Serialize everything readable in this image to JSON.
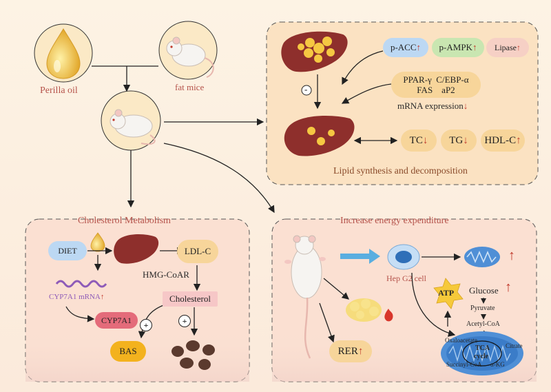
{
  "inputs": {
    "perilla_oil": "Perilla oil",
    "fat_mice": "fat mice"
  },
  "lipid_panel": {
    "title": "Lipid synthesis and decomposition",
    "p_acc": "p-ACC",
    "p_ampk": "p-AMPK",
    "lipase": "Lipase",
    "genes_line1": "PPAR-γ  C/EBP-α",
    "genes_line2": "FAS    aP2",
    "mrna_expression": "mRNA expression",
    "minus_sign": "-",
    "tc": "TC",
    "tg": "TG",
    "hdl_c": "HDL-C"
  },
  "cholesterol_panel": {
    "title": "Cholesterol Metabolism",
    "diet": "DIET",
    "ldl_c": "LDL-C",
    "hmg_coar": "HMG-CoAR",
    "cholesterol": "Cholesterol",
    "cyp7a1_mrna": "CYP7A1 mRNA",
    "cyp7a1": "CYP7A1",
    "bas": "BAS",
    "plus_sign": "+"
  },
  "energy_panel": {
    "title": "Increase energy expenditure",
    "hepg2": "Hep G2 cell",
    "atp": "ATP",
    "glucose": "Glucose",
    "pyruvate": "Pyruvate",
    "acetyl_coa": "Acetyl-CoA",
    "oxaloacetate": "Oxaloacetate",
    "citrate": "Citrate",
    "tca": "TCA",
    "cycle": "cycle",
    "succinyl_coa": "Succinyl-CoA",
    "akg": "α-KG",
    "rer": "RER"
  },
  "indicators": {
    "up": "↑",
    "down": "↓"
  },
  "colors": {
    "panel_fill": "#fbe4c6",
    "pill_orange": "#f7d59a",
    "pill_blue": "#bcd8f3",
    "pill_green": "#c9e6b1",
    "pill_pink": "#f6d0c5",
    "liver": "#8e2f2c",
    "fat": "#f5c842",
    "mito": "#4f8fd6",
    "arrow_red": "#c0392b"
  }
}
